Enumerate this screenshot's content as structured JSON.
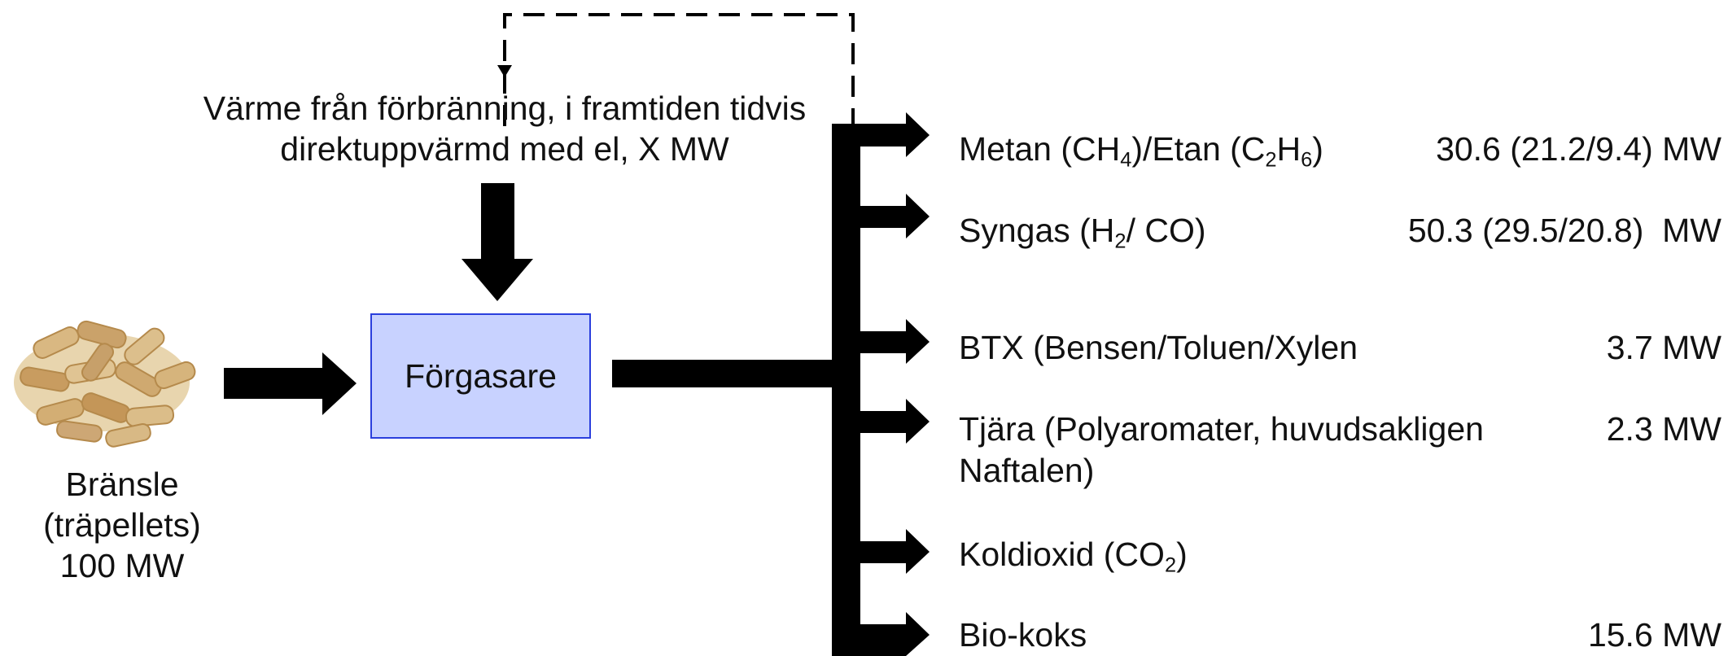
{
  "heat": {
    "line1": "Värme från förbränning, i framtiden tidvis",
    "line2": "direktuppvärmd med el, X MW"
  },
  "gasifier": {
    "label": "Förgasare"
  },
  "fuel": {
    "line1": "Bränsle",
    "line2": "(träpellets)",
    "line3": "100 MW"
  },
  "products": [
    {
      "pre": "Metan (CH",
      "s1": "4",
      "mid": ")/Etan (C",
      "s2": "2",
      "mid2": "H",
      "s3": "6",
      "post": ")",
      "value": "30.6 (21.2/9.4) MW"
    },
    {
      "pre": "Syngas (H",
      "s1": "2",
      "post": "/ CO)",
      "value": "50.3 (29.5/20.8)  MW"
    },
    {
      "label": "BTX (Bensen/Toluen/Xylen",
      "value": "3.7 MW"
    },
    {
      "line1": "Tjära (Polyaromater, huvudsakligen",
      "line2": "Naftalen)",
      "value": "2.3 MW"
    },
    {
      "pre": "Koldioxid (CO",
      "s1": "2",
      "post": ")"
    },
    {
      "label": "Bio-koks",
      "value": "15.6 MW"
    }
  ],
  "colors": {
    "box_fill": "#c8d2ff",
    "box_border": "#2a3fdd",
    "arrows": "#000000"
  },
  "icons": {
    "pellets": "wood-pellets-image"
  }
}
